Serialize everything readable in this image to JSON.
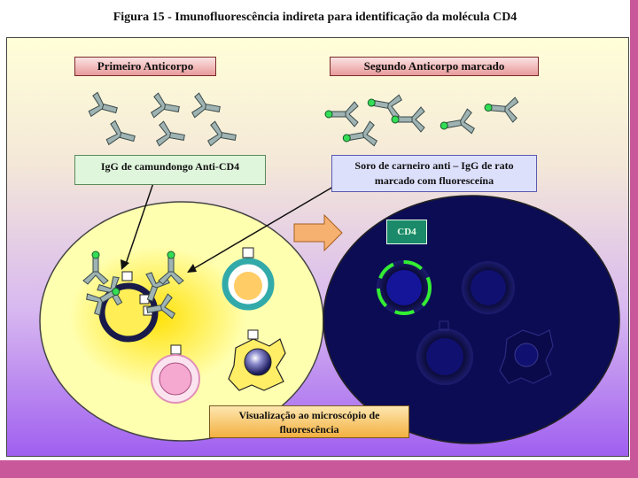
{
  "title": "Figura 15 - Imunofluorescência indireta para identificação da molécula CD4",
  "labels": {
    "primary_antibody": "Primeiro Anticorpo",
    "secondary_antibody": "Segundo Anticorpo marcado",
    "igg_mouse": "IgG de camundongo Anti-CD4",
    "sheep_serum_line1": "Soro de carneiro anti – IgG de rato",
    "sheep_serum_line2": "marcado com fluoresceína",
    "cd4": "CD4",
    "visualization_line1": "Visualização ao microscópio de",
    "visualization_line2": "fluorescência"
  },
  "colors": {
    "slide_border": "#c9589a",
    "antibody": "#9fb3b3",
    "fluorescein": "#33dd55",
    "dark_field": "#0c0c55",
    "cell_yellow": "#ffee55",
    "cell_teal": "#33aaaa",
    "cell_pink": "#f5a8d0",
    "arrow": "#f6b070"
  },
  "icons": {
    "antibody": "y-shaped-antibody-icon",
    "fluorescent_antibody": "labeled-antibody-icon",
    "arrow": "block-arrow-icon"
  }
}
